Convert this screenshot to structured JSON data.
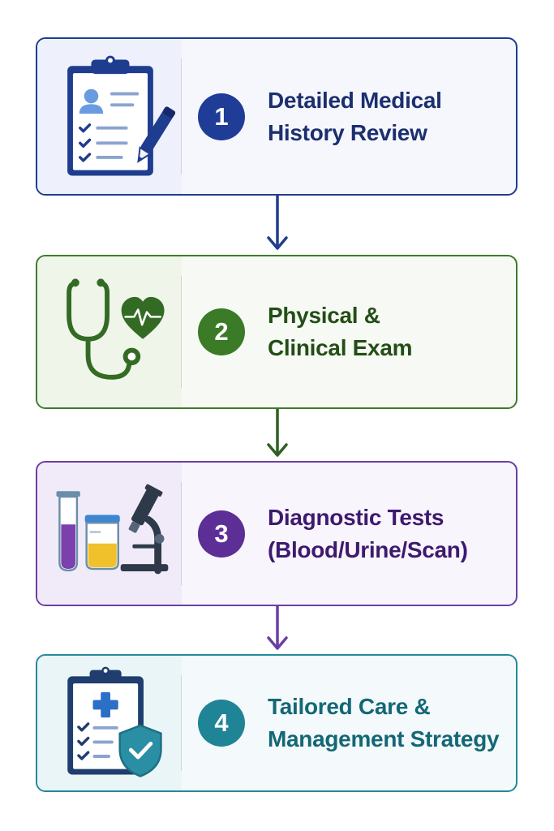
{
  "steps": [
    {
      "number": "1",
      "title_lines": [
        "Detailed Medical",
        "History Review"
      ],
      "icon": "clipboard-pen-icon",
      "accent": "#1f3d96"
    },
    {
      "number": "2",
      "title_lines": [
        "Physical &",
        "Clinical Exam"
      ],
      "icon": "stethoscope-heartbeat-icon",
      "accent": "#3b7a26"
    },
    {
      "number": "3",
      "title_lines": [
        "Diagnostic Tests",
        "(Blood/Urine/Scan)"
      ],
      "icon": "test-tubes-microscope-icon",
      "accent": "#5d2e96"
    },
    {
      "number": "4",
      "title_lines": [
        "Tailored Care &",
        "Management Strategy"
      ],
      "icon": "clipboard-shield-check-icon",
      "accent": "#1f8495"
    }
  ]
}
